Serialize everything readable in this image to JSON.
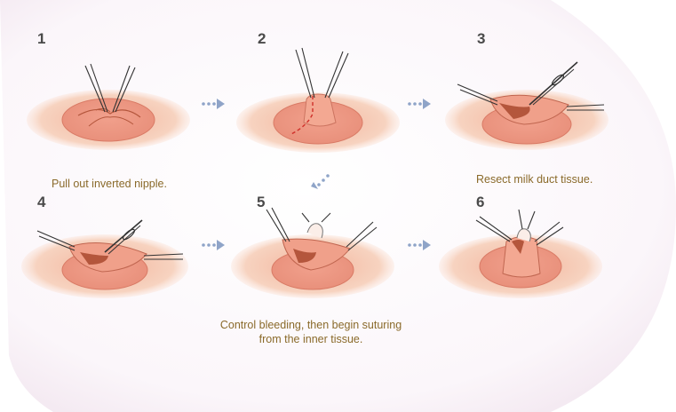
{
  "steps": [
    {
      "number": "1"
    },
    {
      "number": "2"
    },
    {
      "number": "3"
    },
    {
      "number": "4"
    },
    {
      "number": "5"
    },
    {
      "number": "6"
    }
  ],
  "captions": {
    "step1": "Pull out inverted nipple.",
    "step3": "Resect milk duct tissue.",
    "step5_line1": "Control bleeding, then begin suturing",
    "step5_line2": "from the inner tissue."
  },
  "colors": {
    "skin_outer": "#f3c9b0",
    "areola": "#ee9f8a",
    "tissue_dark": "#b4563c",
    "incision_line": "#d0302a",
    "arrow": "#8fa4c8",
    "caption_text": "#8a6a2a",
    "background_panel": "#f6eef4"
  },
  "icons": {
    "flow_arrow": "dotted-right-arrow-icon",
    "diagonal_arrow": "dotted-diagonal-arrow-icon",
    "instrument": "forceps-icon"
  }
}
